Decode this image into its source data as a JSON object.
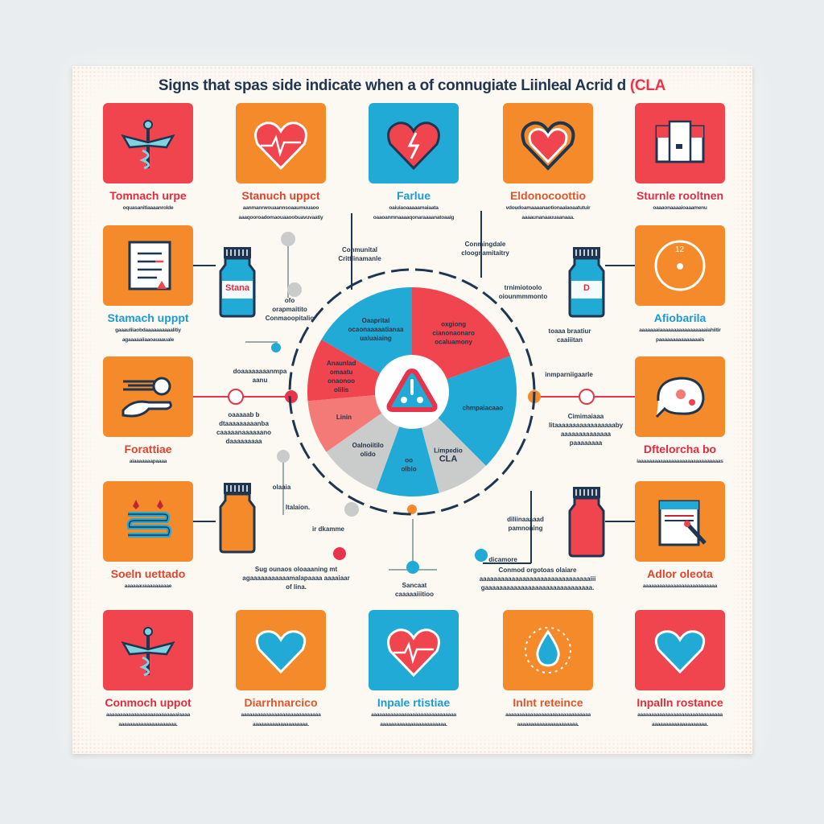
{
  "title": {
    "main": "Signs  that spas side indicate when a of connugiate Liinleal  Acrid  d",
    "accent": "(CLA"
  },
  "colors": {
    "red": "#f0444f",
    "orange": "#f58a2a",
    "blue": "#22aad6",
    "navy": "#1f3550",
    "gray": "#c9cccb",
    "salmon": "#f47a78"
  },
  "tiles": [
    {
      "label": "Tomnach urpe",
      "desc": [
        "oquasanitiaaaanrolde"
      ],
      "color": "red",
      "labelColor": "#e22b3c",
      "icon": "caduceus-icon"
    },
    {
      "label": "Stanuch uppct",
      "desc": [
        "aanmanrwouaannsoaaumuuaoo",
        "aaaqooroadomaouaaoobuavuvaatiy"
      ],
      "color": "orange",
      "labelColor": "#e0442a",
      "icon": "heart-pulse-icon"
    },
    {
      "label": "Farlue",
      "desc": [
        "oaiuiaoaaaaamaiaata",
        "oaaoanmnaaaaqonaraaaanatoaaig"
      ],
      "color": "blue",
      "labelColor": "#1b9bd0",
      "icon": "broken-heart-icon"
    },
    {
      "label": "Eldonocoottio",
      "desc": [
        "vdoudoamaaaanaotionaalaoaatutuir",
        "aaaaunanaauuaanaaa."
      ],
      "color": "orange",
      "labelColor": "#e0562a",
      "icon": "heart-loop-icon"
    },
    {
      "label": "Sturnle rooltnen",
      "desc": [
        "oaaaonaaaaioaaamenu"
      ],
      "color": "red",
      "labelColor": "#d9304a",
      "icon": "medical-kit-icon"
    },
    {
      "label": "Stamach upppt",
      "desc": [
        "gaaauliiaobdaaaaaaaaaalitiy",
        "agaaaaaiiaaoauaauale"
      ],
      "color": "orange",
      "labelColor": "#1b9bd0",
      "icon": "document-icon"
    },
    {
      "label": "Afiobarila",
      "desc": [
        "aaaaaaaiaaaaaaaaaaaaaaaaaiahiitir",
        "paaaaaaaaaaaaaaais"
      ],
      "color": "orange",
      "labelColor": "#1b9bd0",
      "icon": "clock-icon"
    },
    {
      "label": "Forattiae",
      "desc": [
        "aiaaaaaaapaaaa"
      ],
      "color": "orange",
      "labelColor": "#e0442a",
      "icon": "hands-icon"
    },
    {
      "label": "Dftelorcha bo",
      "desc": [
        "iaaaaaaaaaaaaaaaaaaaaaaaaaaaaaas"
      ],
      "color": "orange",
      "labelColor": "#e22b3c",
      "icon": "brain-icon"
    },
    {
      "label": "Soeln uettado",
      "desc": [
        "aaaaaauaaaaaaaaae"
      ],
      "color": "orange",
      "labelColor": "#e0442a",
      "icon": "intestine-icon"
    },
    {
      "label": "Adlor oleota",
      "desc": [
        "aaaaaaaaaaaaaaaaaaaaaaaaaaa"
      ],
      "color": "orange",
      "labelColor": "#e0442a",
      "icon": "calendar-icon"
    },
    {
      "label": "Conmoch uppot",
      "desc": [
        "aaaaaaaaaaaaaaaaaaaaaaaaaaiaaaa",
        "aaaaaaaaaaaaaaaaaaaaa."
      ],
      "color": "red",
      "labelColor": "#e22b3c",
      "icon": "caduceus-icon"
    },
    {
      "label": "Diarrhnarcico",
      "desc": [
        "aaaaaaaaaaaaaaaaaaaaaaaaaaaaa",
        "aaaaaaaaaaaaaaaaaaaa."
      ],
      "color": "orange",
      "labelColor": "#e0562a",
      "icon": "heart-icon"
    },
    {
      "label": "Inpale rtistiae",
      "desc": [
        "aaaaaaaaaaaaaaaaaaaaaaaaaaaaaaa",
        "aaaaaaaaaaaaaaaaaaaaaaaa."
      ],
      "color": "blue",
      "labelColor": "#1b9bd0",
      "icon": "heart-pulse-icon"
    },
    {
      "label": "Inlnt reteince",
      "desc": [
        "aaaaaaaaaaaaaaaaaaaaaaaaaaaaaaa",
        "aaaaaaaaaaaaaaaaaaaaaa."
      ],
      "color": "orange",
      "labelColor": "#e0562a",
      "icon": "water-drop-icon"
    },
    {
      "label": "Inpalln rostance",
      "desc": [
        "aaaaaaaaaaaaaaaaaaaaaaaaaaaaaaa",
        "aaaaaaaaaaaaaaaaaaaa."
      ],
      "color": "red",
      "labelColor": "#e22b3c",
      "icon": "heart-icon"
    }
  ],
  "connectors": [
    {
      "text": [
        "Conmunital",
        "Crittlinamanle"
      ]
    },
    {
      "text": [
        "Conmingdale",
        "cloognamitaitry"
      ]
    },
    {
      "text": [
        "ofo",
        "orapmaitito",
        "Conmaoopitalio"
      ]
    },
    {
      "text": [
        "trnimiotoolo",
        "oiounmmmonto"
      ]
    },
    {
      "text": [
        "doaaaaaaaanmpa",
        "aanu"
      ]
    },
    {
      "text": [
        "toaaa braatiur",
        "caaiiitan"
      ]
    },
    {
      "text": [
        "inmparniigaarle"
      ]
    },
    {
      "text": [
        "oaaaaab b",
        "dtaaaaaaaaanba",
        "caaaaanaaaaaano",
        "daaaaaaaaa"
      ]
    },
    {
      "text": [
        "Cimimaiaaa",
        "litaaaaaaaaaaaaaaaaaby",
        "aaaaaaaaaaaaaa",
        "paaaaaaaa"
      ]
    },
    {
      "text": [
        "olaaia"
      ]
    },
    {
      "text": [
        "Italaion."
      ]
    },
    {
      "text": [
        "ir dkamme"
      ]
    },
    {
      "text": [
        "diliinaaaaad",
        "pamnoning"
      ]
    },
    {
      "text": [
        "dicamore"
      ]
    },
    {
      "text": [
        "Sug ounaos oloaaaning mt",
        "agaaaaaaaaaaamalapaaaa aaaaiaar",
        "of lina."
      ]
    },
    {
      "text": [
        "Sancaat",
        "caaaaaiiitioo"
      ]
    },
    {
      "text": [
        "Conmod orgotoas olaiare",
        "aaaaaaaaaaaaaaaaaaaaaaaaaaaaaaaiii",
        "gaaaaaaaaaaaaaaaaaaaaaaaaaaaaaa."
      ]
    }
  ],
  "bottles": [
    {
      "label": "Stana",
      "color": "#22aad6"
    },
    {
      "label": "",
      "color": "#f58a2a"
    },
    {
      "label": "D",
      "color": "#22aad6"
    },
    {
      "label": "",
      "color": "#f0444f"
    }
  ],
  "wheel": {
    "center_icon": "warning-icon",
    "segments": [
      {
        "text": [
          "oxgiong",
          "cianonaonaro",
          "ocaluamony"
        ],
        "color": "#f0444f"
      },
      {
        "text": [
          "chmpaiacaao"
        ],
        "color": "#22aad6"
      },
      {
        "text": [
          "Limpedio",
          "CLA"
        ],
        "color": "#c9cccb"
      },
      {
        "text": [
          "oo",
          "olblo"
        ],
        "color": "#22aad6"
      },
      {
        "text": [
          "Oalnoiitilo",
          "olido"
        ],
        "color": "#c9cccb"
      },
      {
        "text": [
          "Linin"
        ],
        "color": "#f47a78"
      },
      {
        "text": [
          "Anaunlad",
          "omaatu",
          "onaonoo",
          "olilis"
        ],
        "color": "#f0444f"
      },
      {
        "text": [
          "Oaaprital",
          "ocaonaaaaatianaa",
          "ualuaiaing"
        ],
        "color": "#22aad6"
      }
    ]
  }
}
